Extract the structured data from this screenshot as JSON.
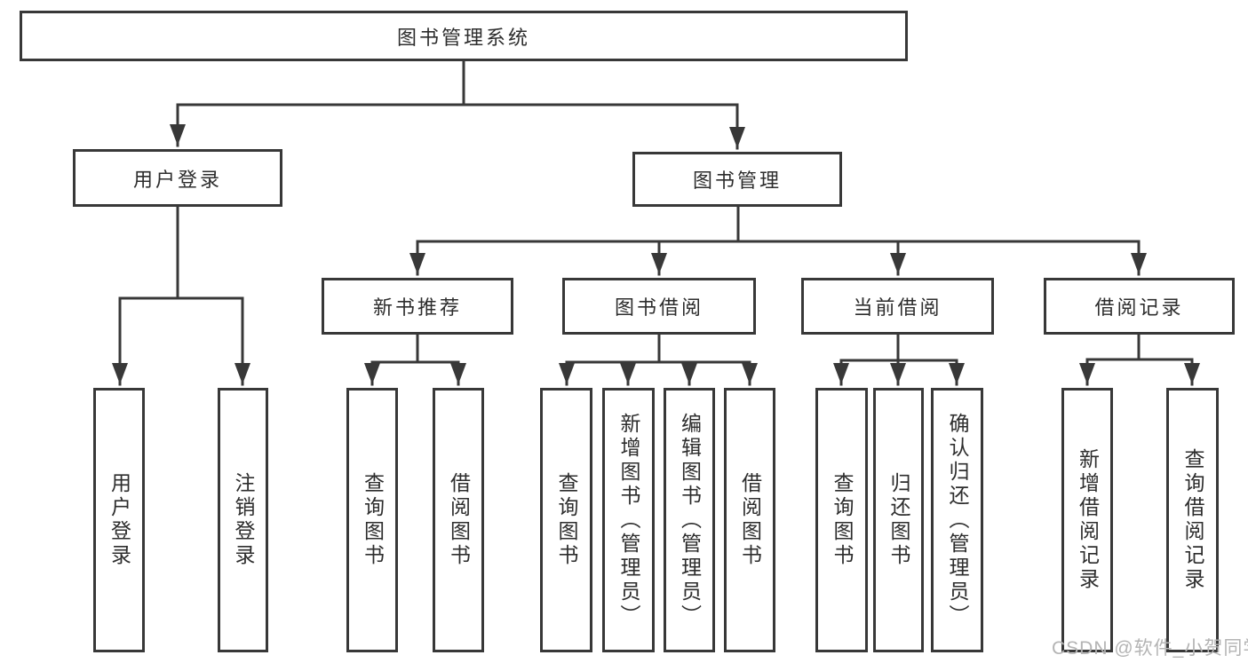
{
  "diagram": {
    "title": "图书管理系统",
    "nodes": {
      "root": "图书管理系统",
      "user_login": "用户登录",
      "book_mgmt": "图书管理",
      "new_books": "新书推荐",
      "book_borrow": "图书借阅",
      "current_borrow": "当前借阅",
      "borrow_records": "借阅记录",
      "leaf_user_login": "用户登录",
      "leaf_logout": "注销登录",
      "leaf_query_books_nb": "查询图书",
      "leaf_borrow_books_nb": "借阅图书",
      "leaf_query_books_bb": "查询图书",
      "leaf_add_books": "新增图书（管理员）",
      "leaf_edit_books": "编辑图书（管理员）",
      "leaf_borrow_books_bb": "借阅图书",
      "leaf_query_books_cb": "查询图书",
      "leaf_return_books": "归还图书",
      "leaf_confirm_return": "确认归还（管理员）",
      "leaf_add_record": "新增借阅记录",
      "leaf_query_record": "查询借阅记录"
    },
    "edges": [
      [
        "root",
        "user_login"
      ],
      [
        "root",
        "book_mgmt"
      ],
      [
        "user_login",
        "leaf_user_login"
      ],
      [
        "user_login",
        "leaf_logout"
      ],
      [
        "book_mgmt",
        "new_books"
      ],
      [
        "book_mgmt",
        "book_borrow"
      ],
      [
        "book_mgmt",
        "current_borrow"
      ],
      [
        "book_mgmt",
        "borrow_records"
      ],
      [
        "new_books",
        "leaf_query_books_nb"
      ],
      [
        "new_books",
        "leaf_borrow_books_nb"
      ],
      [
        "book_borrow",
        "leaf_query_books_bb"
      ],
      [
        "book_borrow",
        "leaf_add_books"
      ],
      [
        "book_borrow",
        "leaf_edit_books"
      ],
      [
        "book_borrow",
        "leaf_borrow_books_bb"
      ],
      [
        "current_borrow",
        "leaf_query_books_cb"
      ],
      [
        "current_borrow",
        "leaf_return_books"
      ],
      [
        "current_borrow",
        "leaf_confirm_return"
      ],
      [
        "borrow_records",
        "leaf_add_record"
      ],
      [
        "borrow_records",
        "leaf_query_record"
      ]
    ],
    "line_color": "#383838",
    "text_color": "#2d2d2d",
    "watermark_color": "#b4b4b4"
  },
  "watermark": "CSDN @软件_小贺同学"
}
